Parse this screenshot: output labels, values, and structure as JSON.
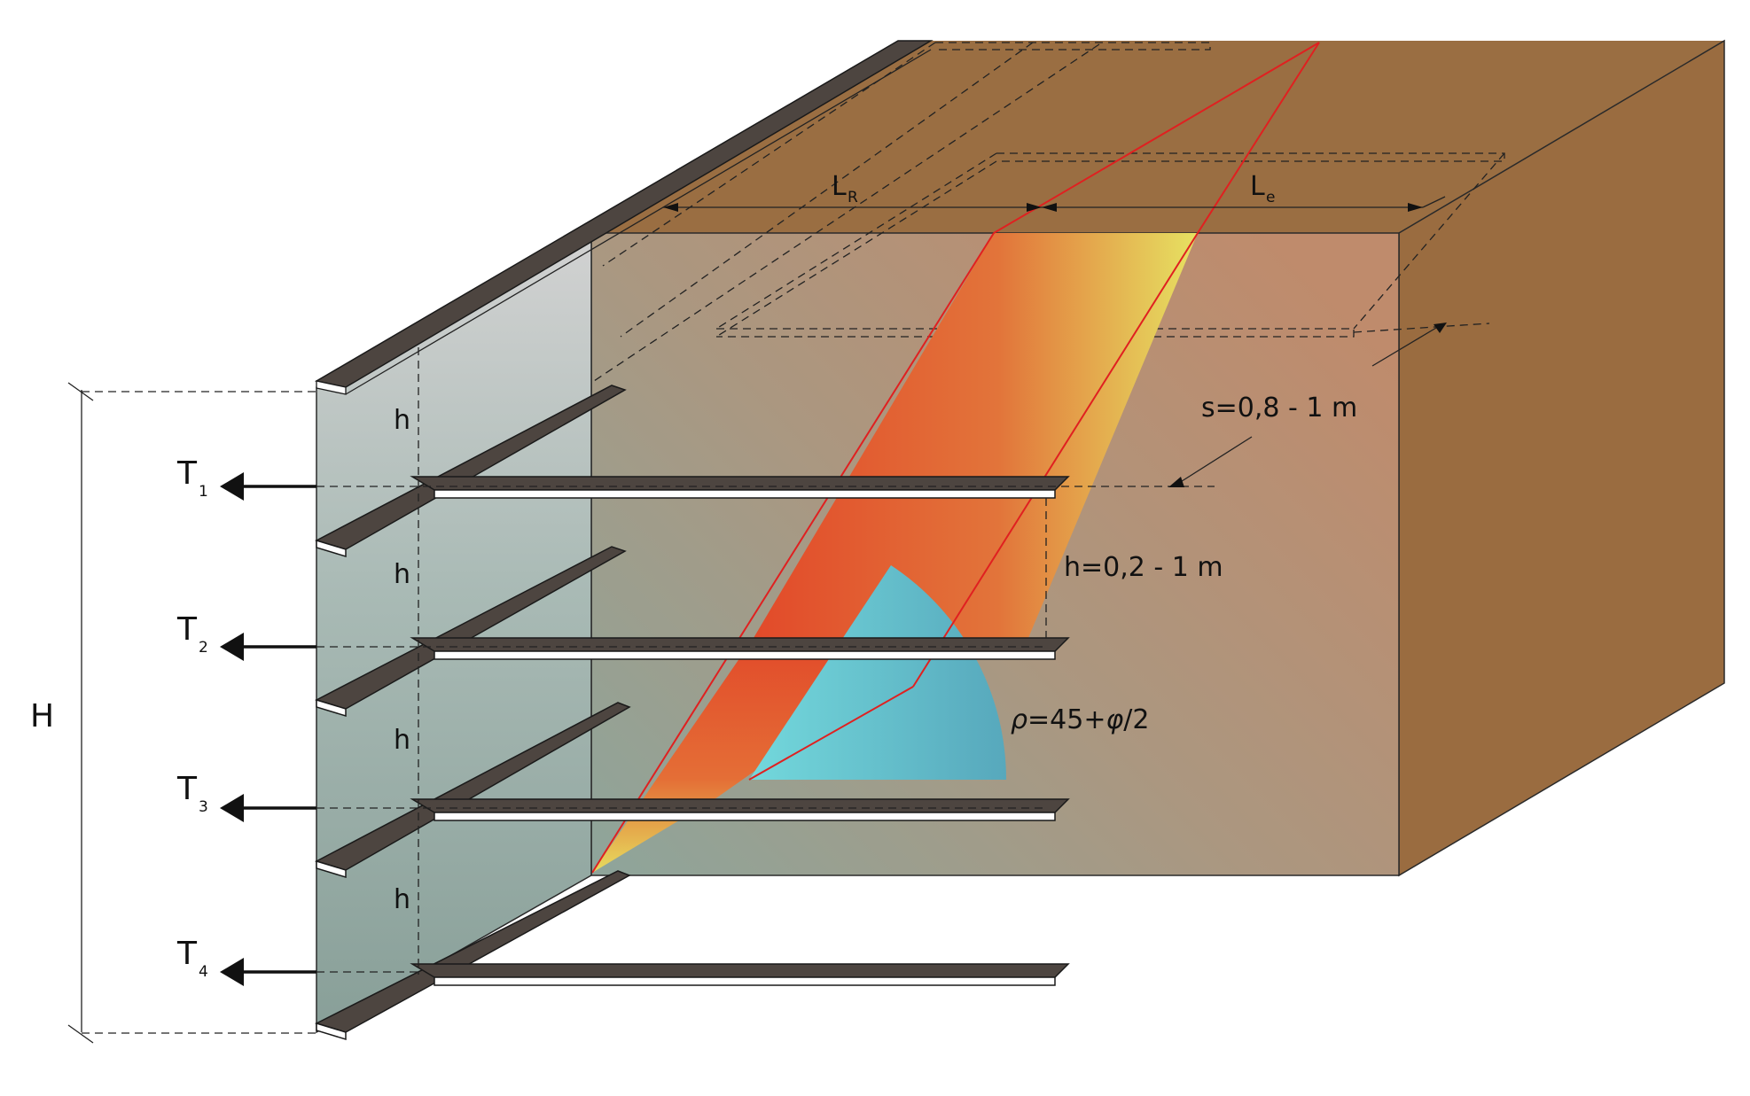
{
  "labels": {
    "H": "H",
    "h": "h",
    "T": "T",
    "T_subs": [
      "1",
      "2",
      "3",
      "4"
    ],
    "LR_main": "L",
    "LR_sub": "R",
    "Le_main": "L",
    "Le_sub": "e",
    "spacing": "s=0,8 - 1 m",
    "height_range": "h=0,2 - 1 m",
    "angle_rho": "ρ",
    "angle_eq": "=45+",
    "angle_phi": "φ",
    "angle_tail": "/2"
  },
  "colors": {
    "soil_top": "#9a6e42",
    "soil_right": "#9a6c40",
    "soil_front_left": "#8fa69c",
    "soil_front_right": "#bc8c6c",
    "wall_top": "#d0d0d0",
    "wall_bottom": "#8aa59c",
    "strip_dark": "#4d4540",
    "failure_red": "#e24a2a",
    "failure_orange": "#e37c3a",
    "failure_yellow": "#e6e262",
    "wedge_cyan": "#6fd4d8",
    "wedge_blue": "#5aaec0",
    "outline_red": "#e02020"
  }
}
